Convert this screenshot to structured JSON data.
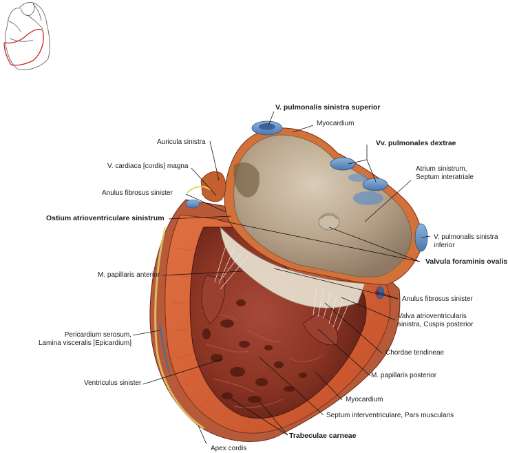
{
  "labels": {
    "v_pulm_sin_sup": "V. pulmonalis sinistra superior",
    "myocardium_top": "Myocardium",
    "auricula_sinistra": "Auricula sinistra",
    "vv_pulm_dextrae": "Vv. pulmonales dextrae",
    "v_cardiaca_magna": "V. cardiaca [cordis] magna",
    "atrium_sinistrum_1": "Atrium sinistrum,",
    "atrium_sinistrum_2": "Septum interatriale",
    "anulus_fibrosus_left": "Anulus fibrosus sinister",
    "ostium_av_sin": "Ostium atrioventriculare sinistrum",
    "v_pulm_sin_inf_1": "V. pulmonalis sinistra",
    "v_pulm_sin_inf_2": "inferior",
    "valvula_foraminis": "Valvula foraminis ovalis",
    "m_papillaris_anterior": "M. papillaris anterior",
    "anulus_fibrosus_right": "Anulus fibrosus sinister",
    "valva_av_1": "Valva atrioventricularis",
    "valva_av_2": "sinistra, Cuspis posterior",
    "pericardium_1": "Pericardium serosum,",
    "pericardium_2": "Lamina visceralis [Epicardium]",
    "chordae_tendineae": "Chordae tendineae",
    "ventriculus_sinister": "Ventriculus sinister",
    "m_papillaris_posterior": "M. papillaris posterior",
    "myocardium_bottom": "Myocardium",
    "septum_interventriculare": "Septum interventriculare, Pars muscularis",
    "trabeculae_carneae": "Trabeculae carneae",
    "apex_cordis": "Apex cordis"
  },
  "colors": {
    "myocardium": "#d4602f",
    "ventricle_interior": "#8a3424",
    "atrium_interior": "#c9b8a2",
    "vein_blue": "#5d8fc4",
    "epicardium_yellow": "#e8d36a",
    "orientation_red": "#cc2222"
  }
}
